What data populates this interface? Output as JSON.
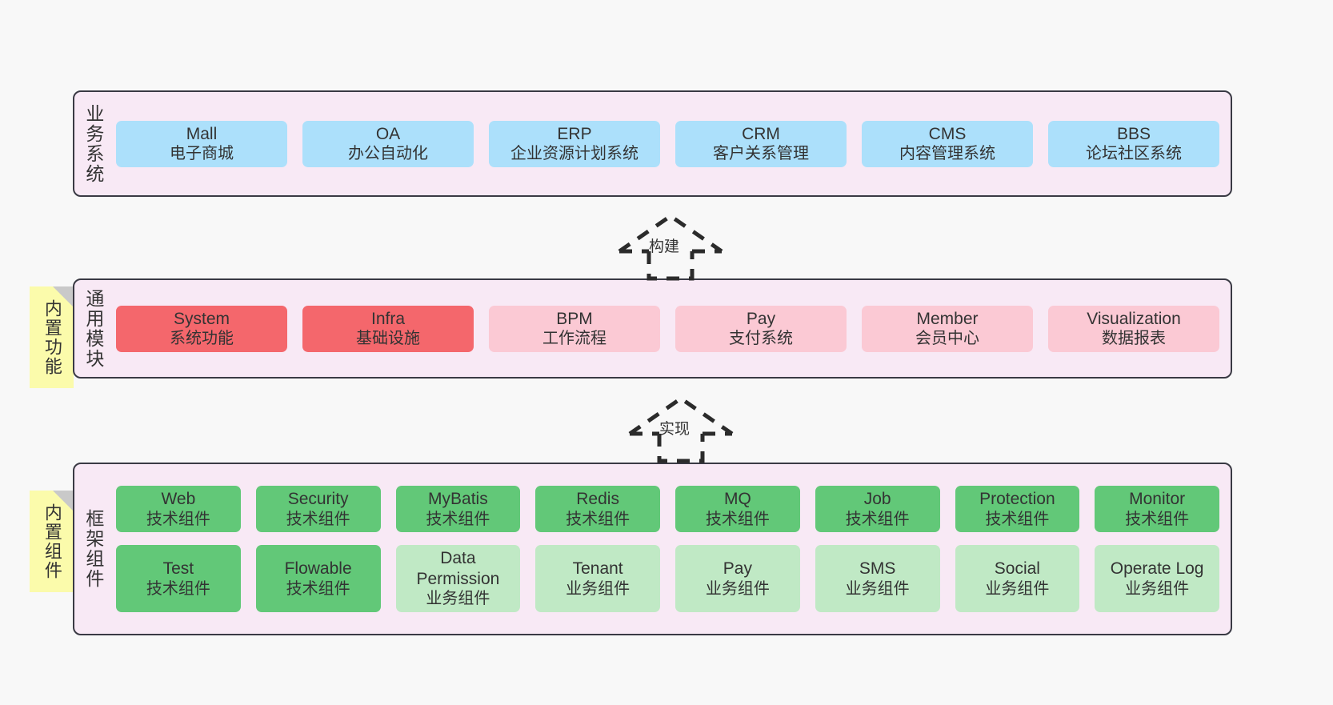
{
  "diagram": {
    "bands": [
      {
        "id": "business-systems",
        "title": "业务系统",
        "rows": [
          [
            {
              "en": "Mall",
              "cn": "电子商城",
              "color": "c-blue"
            },
            {
              "en": "OA",
              "cn": "办公自动化",
              "color": "c-blue"
            },
            {
              "en": "ERP",
              "cn": "企业资源计划系统",
              "color": "c-blue"
            },
            {
              "en": "CRM",
              "cn": "客户关系管理",
              "color": "c-blue"
            },
            {
              "en": "CMS",
              "cn": "内容管理系统",
              "color": "c-blue"
            },
            {
              "en": "BBS",
              "cn": "论坛社区系统",
              "color": "c-blue"
            }
          ]
        ]
      },
      {
        "id": "common-modules",
        "title": "通用模块",
        "rows": [
          [
            {
              "en": "System",
              "cn": "系统功能",
              "color": "c-red"
            },
            {
              "en": "Infra",
              "cn": "基础设施",
              "color": "c-red"
            },
            {
              "en": "BPM",
              "cn": "工作流程",
              "color": "c-pink"
            },
            {
              "en": "Pay",
              "cn": "支付系统",
              "color": "c-pink"
            },
            {
              "en": "Member",
              "cn": "会员中心",
              "color": "c-pink"
            },
            {
              "en": "Visualization",
              "cn": "数据报表",
              "color": "c-pink"
            }
          ]
        ]
      },
      {
        "id": "framework-components",
        "title": "框架组件",
        "rows": [
          [
            {
              "en": "Web",
              "cn": "技术组件",
              "color": "c-green"
            },
            {
              "en": "Security",
              "cn": "技术组件",
              "color": "c-green"
            },
            {
              "en": "MyBatis",
              "cn": "技术组件",
              "color": "c-green"
            },
            {
              "en": "Redis",
              "cn": "技术组件",
              "color": "c-green"
            },
            {
              "en": "MQ",
              "cn": "技术组件",
              "color": "c-green"
            },
            {
              "en": "Job",
              "cn": "技术组件",
              "color": "c-green"
            },
            {
              "en": "Protection",
              "cn": "技术组件",
              "color": "c-green"
            },
            {
              "en": "Monitor",
              "cn": "技术组件",
              "color": "c-green"
            }
          ],
          [
            {
              "en": "Test",
              "cn": "技术组件",
              "color": "c-green"
            },
            {
              "en": "Flowable",
              "cn": "技术组件",
              "color": "c-green"
            },
            {
              "en": "Data Permission",
              "cn": "业务组件",
              "color": "c-greenlight"
            },
            {
              "en": "Tenant",
              "cn": "业务组件",
              "color": "c-greenlight"
            },
            {
              "en": "Pay",
              "cn": "业务组件",
              "color": "c-greenlight"
            },
            {
              "en": "SMS",
              "cn": "业务组件",
              "color": "c-greenlight"
            },
            {
              "en": "Social",
              "cn": "业务组件",
              "color": "c-greenlight"
            },
            {
              "en": "Operate Log",
              "cn": "业务组件",
              "color": "c-greenlight"
            }
          ]
        ]
      }
    ],
    "notes": [
      {
        "id": "builtin-features",
        "text": "内置功能"
      },
      {
        "id": "builtin-components",
        "text": "内置组件"
      }
    ],
    "arrows": [
      {
        "id": "build-arrow",
        "label": "构建"
      },
      {
        "id": "implement-arrow",
        "label": "实现"
      }
    ],
    "colors": {
      "canvas": "#f8f8f8",
      "band_fill": "#f8e9f5",
      "band_border": "#3a3a44",
      "blue": "#ace0fb",
      "red": "#f4676c",
      "pink": "#fbc9d4",
      "green": "#62c878",
      "green_light": "#c0e9c5",
      "note_fill": "#fbfbab",
      "note_fold": "#c9c9c9",
      "arrow_stroke": "#2b2b2b"
    }
  }
}
